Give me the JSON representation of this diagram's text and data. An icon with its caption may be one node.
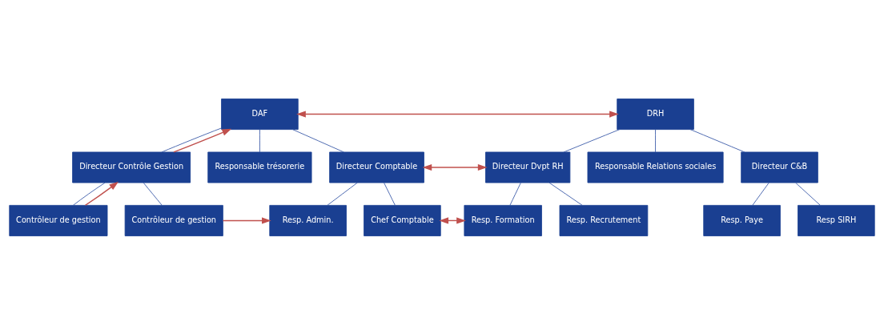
{
  "diagram": {
    "nodes": [
      {
        "text": [
          "DAF"
        ]
      },
      {
        "text": [
          "Directeur Contrôle Gestion"
        ]
      },
      {
        "text": [
          "Responsable trésorerie"
        ]
      },
      {
        "text": [
          "Directeur Comptable"
        ]
      },
      {
        "text": [
          "Resp. Admin."
        ]
      },
      {
        "text": [
          "Chef Comptable"
        ]
      },
      {
        "text": [
          "Contrôleur de gestion"
        ]
      },
      {
        "text": [
          "Contrôleur de gestion"
        ]
      },
      {
        "text": [
          "DRH"
        ]
      },
      {
        "text": [
          "Directeur Dvpt RH"
        ]
      },
      {
        "text": [
          "Responsable Relations sociales"
        ]
      },
      {
        "text": [
          "Directeur C&B"
        ]
      },
      {
        "text": [
          "Resp. Formation"
        ]
      },
      {
        "text": [
          "Resp. Recrutement"
        ]
      },
      {
        "text": [
          "Resp. Paye"
        ]
      },
      {
        "text": [
          "Resp SIRH"
        ]
      }
    ],
    "edges": [
      {
        "from": 0,
        "to": 1,
        "arrow": "none"
      },
      {
        "from": 0,
        "to": 2,
        "arrow": "none"
      },
      {
        "from": 0,
        "to": 3,
        "arrow": "none"
      },
      {
        "from": 1,
        "to": 6,
        "arrow": "none"
      },
      {
        "from": 1,
        "to": 7,
        "arrow": "none"
      },
      {
        "from": 3,
        "to": 4,
        "arrow": "none"
      },
      {
        "from": 3,
        "to": 5,
        "arrow": "none"
      },
      {
        "from": 8,
        "to": 9,
        "arrow": "none"
      },
      {
        "from": 8,
        "to": 10,
        "arrow": "none"
      },
      {
        "from": 8,
        "to": 11,
        "arrow": "none"
      },
      {
        "from": 9,
        "to": 13,
        "arrow": "none"
      },
      {
        "from": 9,
        "to": 12,
        "arrow": "none"
      },
      {
        "from": 11,
        "to": 14,
        "arrow": "none"
      },
      {
        "from": 11,
        "to": 15,
        "arrow": "none"
      },
      {
        "from": 0,
        "to": 8,
        "arrow": "both",
        "color": "#c0504d"
      },
      {
        "from": 3,
        "to": 9,
        "arrow": "both",
        "color": "#c0504d"
      },
      {
        "from": 5,
        "to": 12,
        "arrow": "both",
        "color": "#c0504d"
      },
      {
        "from": 7,
        "to": 4,
        "arrow": "to",
        "color": "#c0504d"
      },
      {
        "from": 6,
        "to": 1,
        "arrow": "to",
        "color": "#c0504d"
      },
      {
        "from": 1,
        "to": 0,
        "arrow": "to",
        "color": "#c0504d"
      }
    ]
  }
}
